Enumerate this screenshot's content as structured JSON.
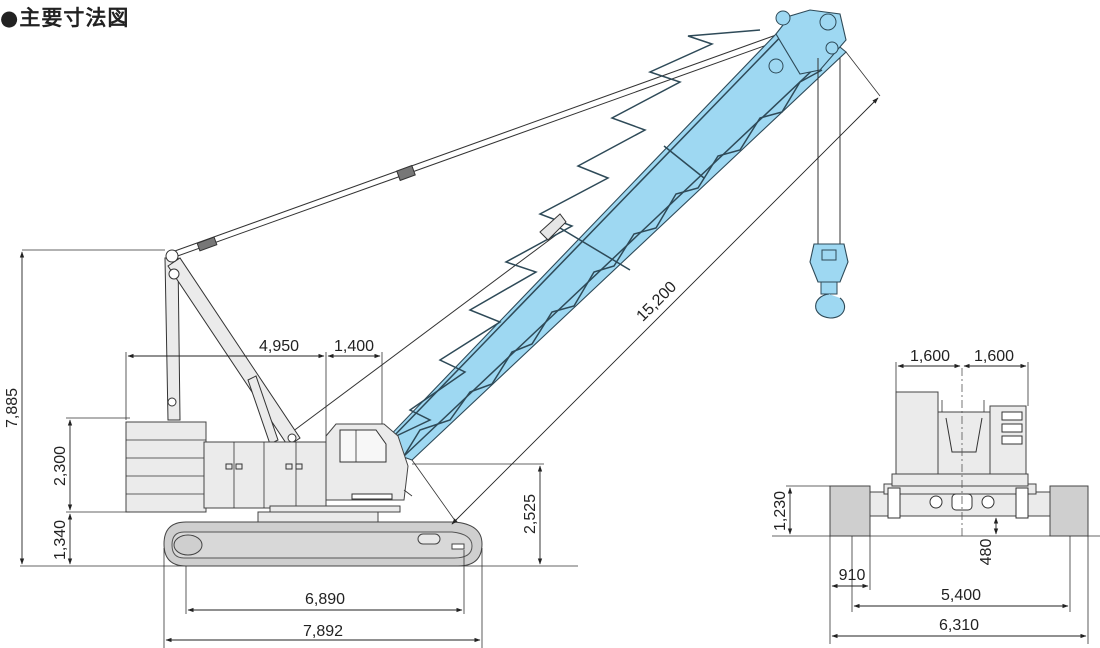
{
  "title": "●主要寸法図",
  "colors": {
    "boom": "#9ed8f2",
    "body": "#ebebeb",
    "track": "#cfcfcf",
    "line": "#222222"
  },
  "side_view": {
    "overall_height": "7,885",
    "upper_height": "2,300",
    "lower_height": "1,340",
    "tail_to_boom_foot": "4,950",
    "boom_foot_offset": "1,400",
    "boom_length": "15,200",
    "boom_foot_height": "2,525",
    "tumbler_distance": "6,890",
    "track_length": "7,892"
  },
  "rear_view": {
    "half_width_left": "1,600",
    "half_width_right": "1,600",
    "counterweight_clearance": "1,230",
    "ground_clearance": "480",
    "shoe_width": "910",
    "track_gauge": "5,400",
    "overall_width": "6,310"
  }
}
